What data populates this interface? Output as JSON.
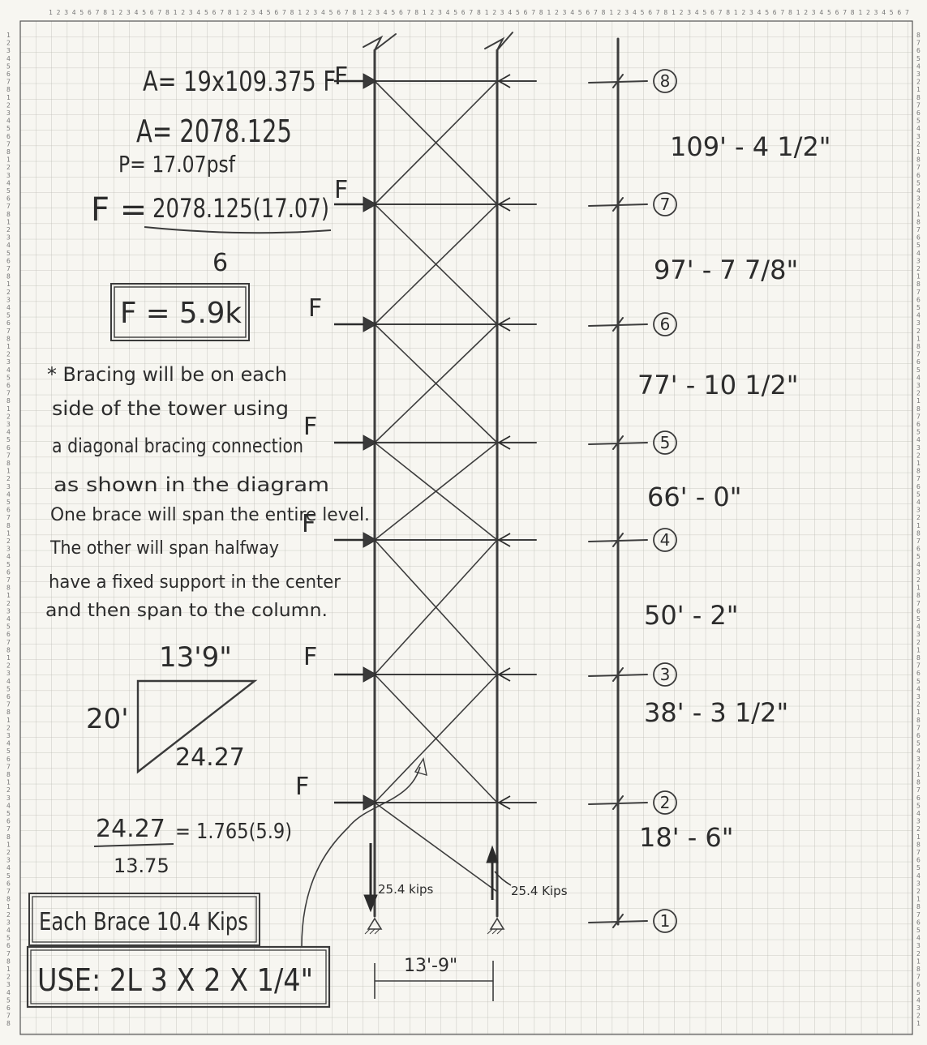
{
  "calc": {
    "line1": "A= 19x109.375 F",
    "line2": "A= 2078.125",
    "line3": "P= 17.07psf",
    "line4_lhs": "F =",
    "line4_num": "2078.125(17.07)",
    "line4_den": "6",
    "result": "F = 5.9k"
  },
  "note": {
    "lines": [
      "* Bracing will be on each",
      "side of the tower using",
      "a diagonal bracing connection",
      "as shown in the diagram",
      "One brace will span the entire level.",
      "The other will span halfway",
      "have a fixed support in the center",
      "and then span to the column."
    ]
  },
  "triangle": {
    "top": "13'9\"",
    "left": "20'",
    "hyp": "24.27"
  },
  "ratio": {
    "num": "24.27",
    "den": "13.75",
    "rhs": "= 1.765(5.9)"
  },
  "each_brace": "Each Brace 10.4 Kips",
  "use": "USE: 2L 3 X 2 X 1/4\"",
  "force_label": "F",
  "reaction_left": "25.4 kips",
  "reaction_right": "25.4 Kips",
  "bay_width": "13'-9\"",
  "levels": [
    {
      "num": "8",
      "height": "109' - 4 1/2\""
    },
    {
      "num": "7",
      "height": "97' - 7 7/8\""
    },
    {
      "num": "6",
      "height": "77' - 10 1/2\""
    },
    {
      "num": "5",
      "height": "66' - 0\""
    },
    {
      "num": "4",
      "height": "50' - 2\""
    },
    {
      "num": "3",
      "height": "38' - 3 1/2\""
    },
    {
      "num": "2",
      "height": "18' - 6\""
    },
    {
      "num": "1",
      "height": ""
    }
  ],
  "ruler_digits": "12345678"
}
